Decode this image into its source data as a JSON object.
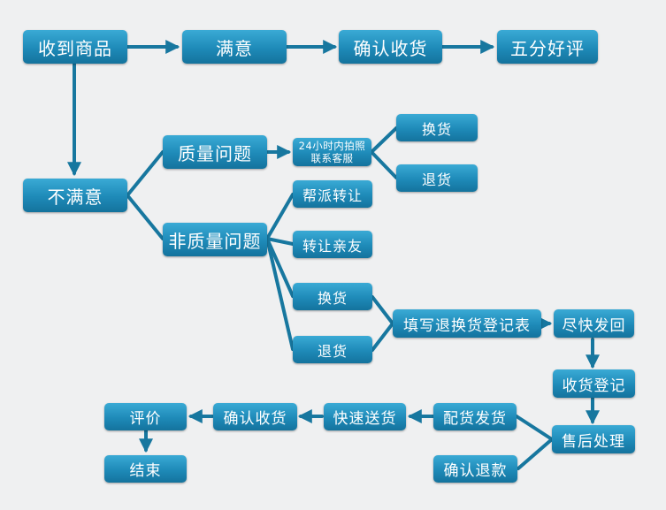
{
  "colors": {
    "node": "#1e8ab8",
    "connector": "#17779f",
    "background": "#eff0f1"
  },
  "nodes": {
    "receive_goods": "收到商品",
    "satisfied": "满意",
    "confirm_receipt_top": "确认收货",
    "five_star": "五分好评",
    "dissatisfied": "不满意",
    "quality_issue": "质量问题",
    "contact_service": "24小时内拍照联系客服",
    "exchange_top": "换货",
    "return_top": "退货",
    "non_quality_issue": "非质量问题",
    "help_resell": "帮派转让",
    "transfer_friends": "转让亲友",
    "exchange_bottom": "换货",
    "return_bottom": "退货",
    "fill_form": "填写退换货登记表",
    "ship_back": "尽快发回",
    "receipt_registration": "收货登记",
    "after_sales": "售后处理",
    "confirm_refund": "确认退款",
    "reship": "配货发货",
    "express": "快速送货",
    "confirm_receipt_bottom": "确认收货",
    "review": "评价",
    "end": "结束"
  }
}
